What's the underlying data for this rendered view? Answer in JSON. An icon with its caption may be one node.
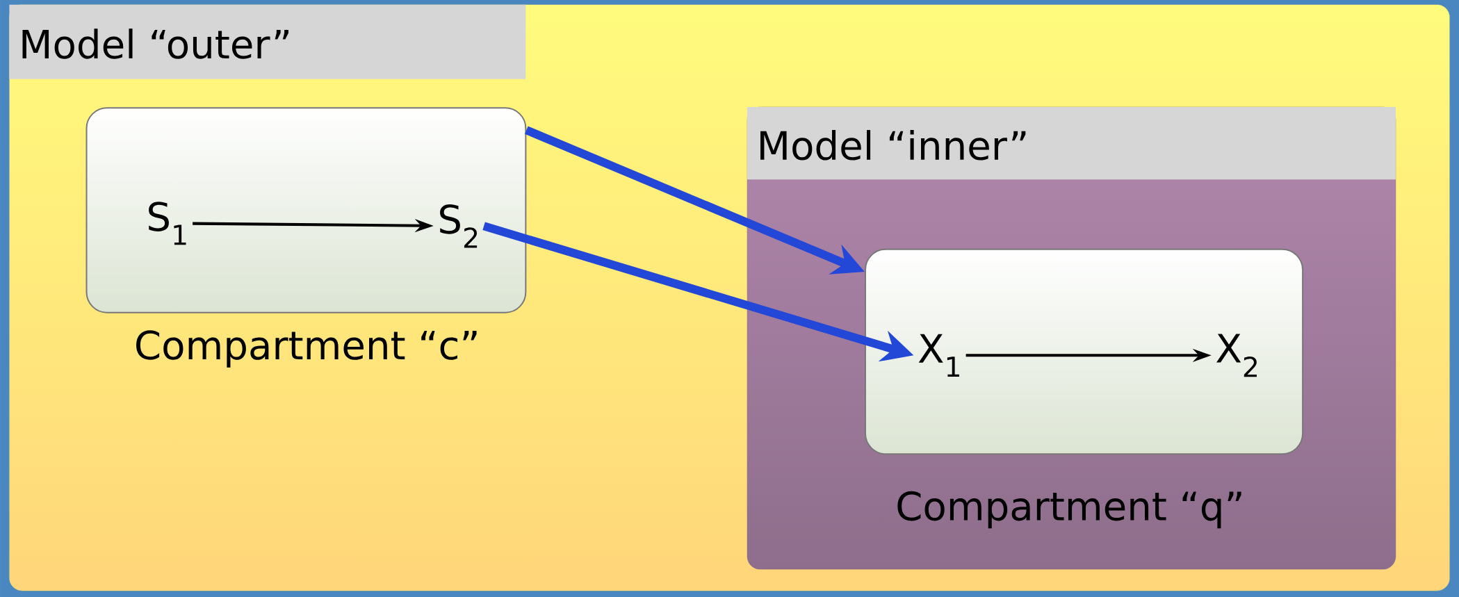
{
  "diagram": {
    "nodes": [
      {
        "text": [
          "Model “outer”"
        ]
      },
      {
        "text": [
          "Compartment “c”"
        ],
        "in": 0
      },
      {
        "text": [
          "S$_{1}$"
        ],
        "in": 1
      },
      {
        "text": [
          "S$_{2}$"
        ],
        "in": 1
      },
      {
        "text": [
          "Model “inner”"
        ],
        "in": 0
      },
      {
        "text": [
          "Compartment “q”"
        ],
        "in": 4
      },
      {
        "text": [
          "X$_{1}$"
        ],
        "in": 5
      },
      {
        "text": [
          "X$_{2}$"
        ],
        "in": 5
      }
    ],
    "edges": [
      {
        "from": 2,
        "to": 3,
        "arrow": "to"
      },
      {
        "from": 6,
        "to": 7,
        "arrow": "to"
      },
      {
        "from": 1,
        "to": 5,
        "arrow": "to",
        "style": "thick",
        "color": "#2347d6"
      },
      {
        "from": 3,
        "to": 6,
        "arrow": "to",
        "style": "thick",
        "color": "#2347d6"
      }
    ]
  }
}
